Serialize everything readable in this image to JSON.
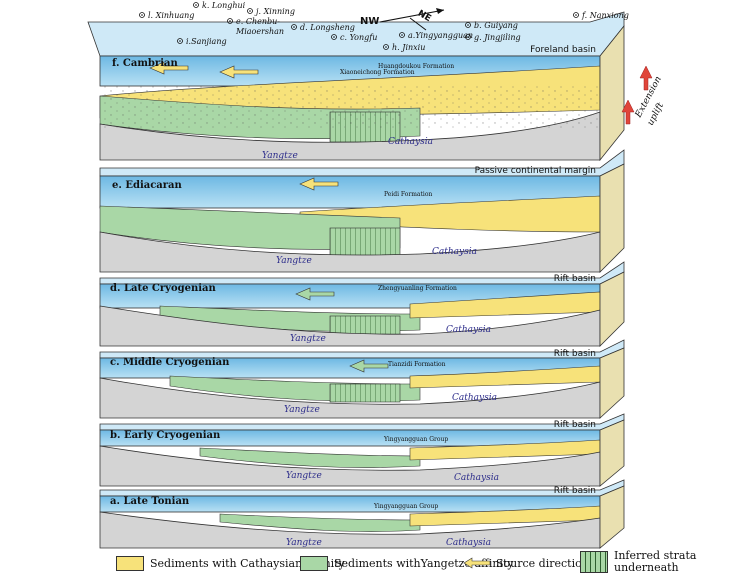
{
  "map": {
    "locations": [
      {
        "name": "k. Longhui"
      },
      {
        "name": "l. Xinhuang"
      },
      {
        "name": "j. Xinning"
      },
      {
        "name": "e. Chenbu-"
      },
      {
        "name": "Miaoershan"
      },
      {
        "name": "d. Longsheng"
      },
      {
        "name": "i.Sanjiang"
      },
      {
        "name": "c. Yongfu"
      },
      {
        "name": "a.Yingyangguan"
      },
      {
        "name": "h. Jinxiu"
      },
      {
        "name": "b. Guiyang"
      },
      {
        "name": "g. Jingjiling"
      },
      {
        "name": "f. Nanxiong"
      }
    ],
    "compass": {
      "nw": "NW",
      "ne": "NE"
    }
  },
  "panels": [
    {
      "title": "f. Cambrian",
      "basin": "Foreland basin",
      "formation": "Huangdoukou Formation",
      "formation2": "Xiaoneichong Formation"
    },
    {
      "title": "e. Ediacaran",
      "basin": "Passive continental margin",
      "formation": "Peidi Formation"
    },
    {
      "title": "d. Late Cryogenian",
      "basin": "Rift basin",
      "formation": "Zhengyuanling Formation"
    },
    {
      "title": "c. Middle Cryogenian",
      "basin": "Rift basin",
      "formation": "Tianzidi Formation"
    },
    {
      "title": "b. Early Cryogenian",
      "basin": "Rift basin",
      "formation": "Yingyangguan  Group"
    },
    {
      "title": "a. Late Tonian",
      "basin": "Rift basin",
      "formation": "Yingyangguan  Group"
    }
  ],
  "blocks": {
    "west": "Yangtze",
    "east": "Cathaysia"
  },
  "side_annotation": {
    "line1": "Extension",
    "line2": "uplift"
  },
  "legend": [
    {
      "label": "Sediments with Cathaysian affinity",
      "color": "#f7e27a"
    },
    {
      "label": "Sediments withYangetze affinity",
      "color": "#a9d7a6"
    },
    {
      "label": "Source direction"
    },
    {
      "label": "Inferred strata",
      "label2": "underneath"
    }
  ],
  "colors": {
    "water": "#8ecbea",
    "basement": "#d4d4d4",
    "yellow": "#f7e27a",
    "green": "#a9d7a6"
  }
}
